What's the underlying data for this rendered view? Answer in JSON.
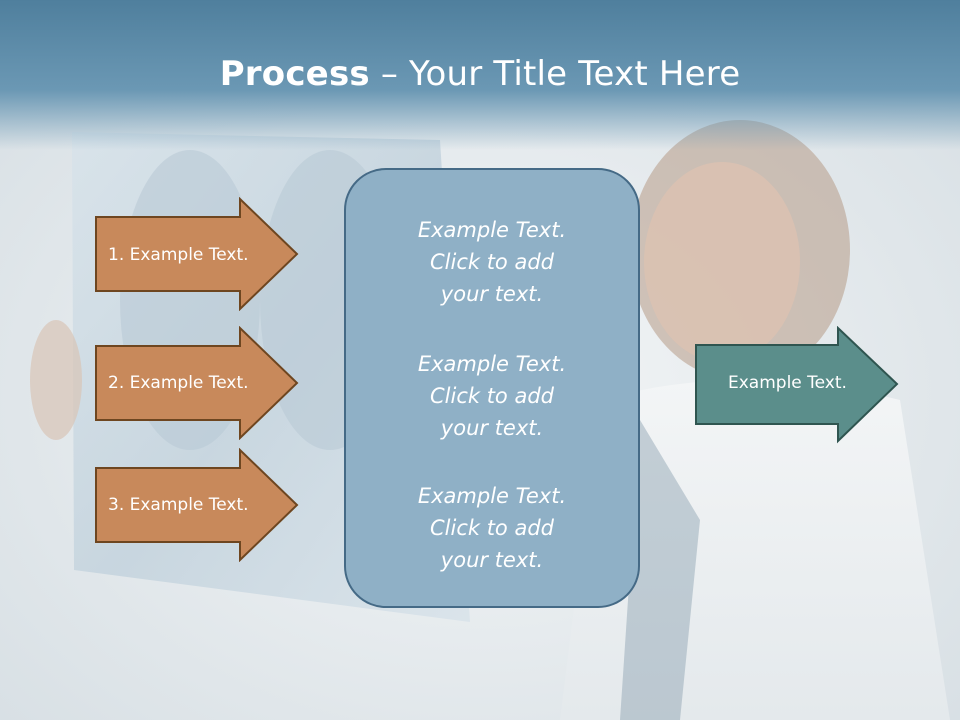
{
  "slide": {
    "title_bold": "Process",
    "title_rest": " – Your Title Text Here"
  },
  "left_arrows": [
    {
      "label": "1. Example Text."
    },
    {
      "label": "2. Example Text."
    },
    {
      "label": "3. Example Text."
    }
  ],
  "center_box": {
    "items": [
      "Example Text.\nClick  to add\nyour text.",
      "Example Text.\nClick  to add\nyour text.",
      "Example Text.\nClick  to add\nyour text."
    ]
  },
  "right_arrow": {
    "label": "Example Text."
  },
  "colors": {
    "title_band": "#5b8aa8",
    "left_arrow_fill": "#c8895b",
    "left_arrow_border": "#6e4620",
    "center_box_fill": "#8fb0c6",
    "right_arrow_fill": "#5b8e8b"
  }
}
